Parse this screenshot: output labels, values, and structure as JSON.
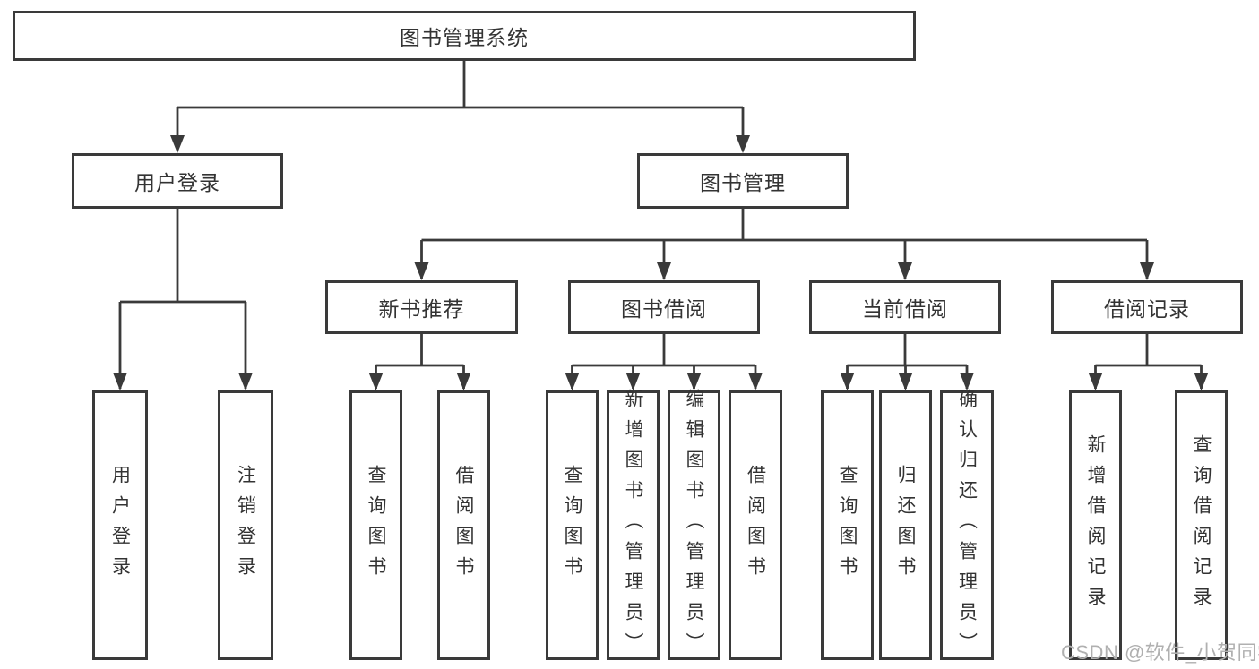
{
  "title": "图书管理系统",
  "colors": {
    "line": "#3a3a3a",
    "text": "#333333",
    "background": "#ffffff",
    "watermark": "#b0b0b0"
  },
  "tree": {
    "root": "图书管理系统",
    "branches": [
      {
        "label": "用户登录",
        "children": [
          "用户登录",
          "注销登录"
        ]
      },
      {
        "label": "图书管理",
        "sections": [
          {
            "label": "新书推荐",
            "children": [
              "查询图书",
              "借阅图书"
            ]
          },
          {
            "label": "图书借阅",
            "children": [
              "查询图书",
              "新增图书（管理员）",
              "编辑图书（管理员）",
              "借阅图书"
            ]
          },
          {
            "label": "当前借阅",
            "children": [
              "查询图书",
              "归还图书",
              "确认归还（管理员）"
            ]
          },
          {
            "label": "借阅记录",
            "children": [
              "新增借阅记录",
              "查询借阅记录"
            ]
          }
        ]
      }
    ]
  },
  "watermark": "CSDN @软件_小贺同学"
}
